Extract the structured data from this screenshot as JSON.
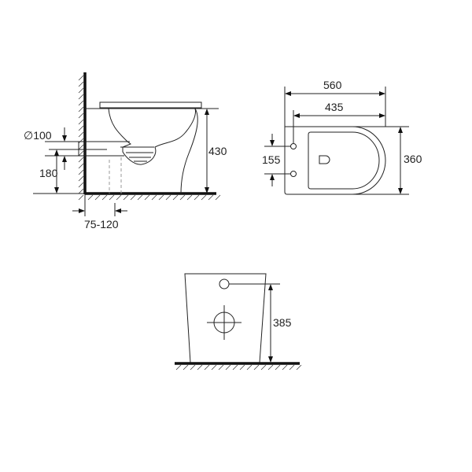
{
  "side_view": {
    "pipe_diameter": "∅100",
    "outlet_height": "180",
    "seat_height": "430",
    "wall_offset": "75-120"
  },
  "top_view": {
    "overall_length": "560",
    "fixing_length": "435",
    "fixing_spacing": "155",
    "width": "360"
  },
  "front_view": {
    "inlet_height": "385"
  }
}
